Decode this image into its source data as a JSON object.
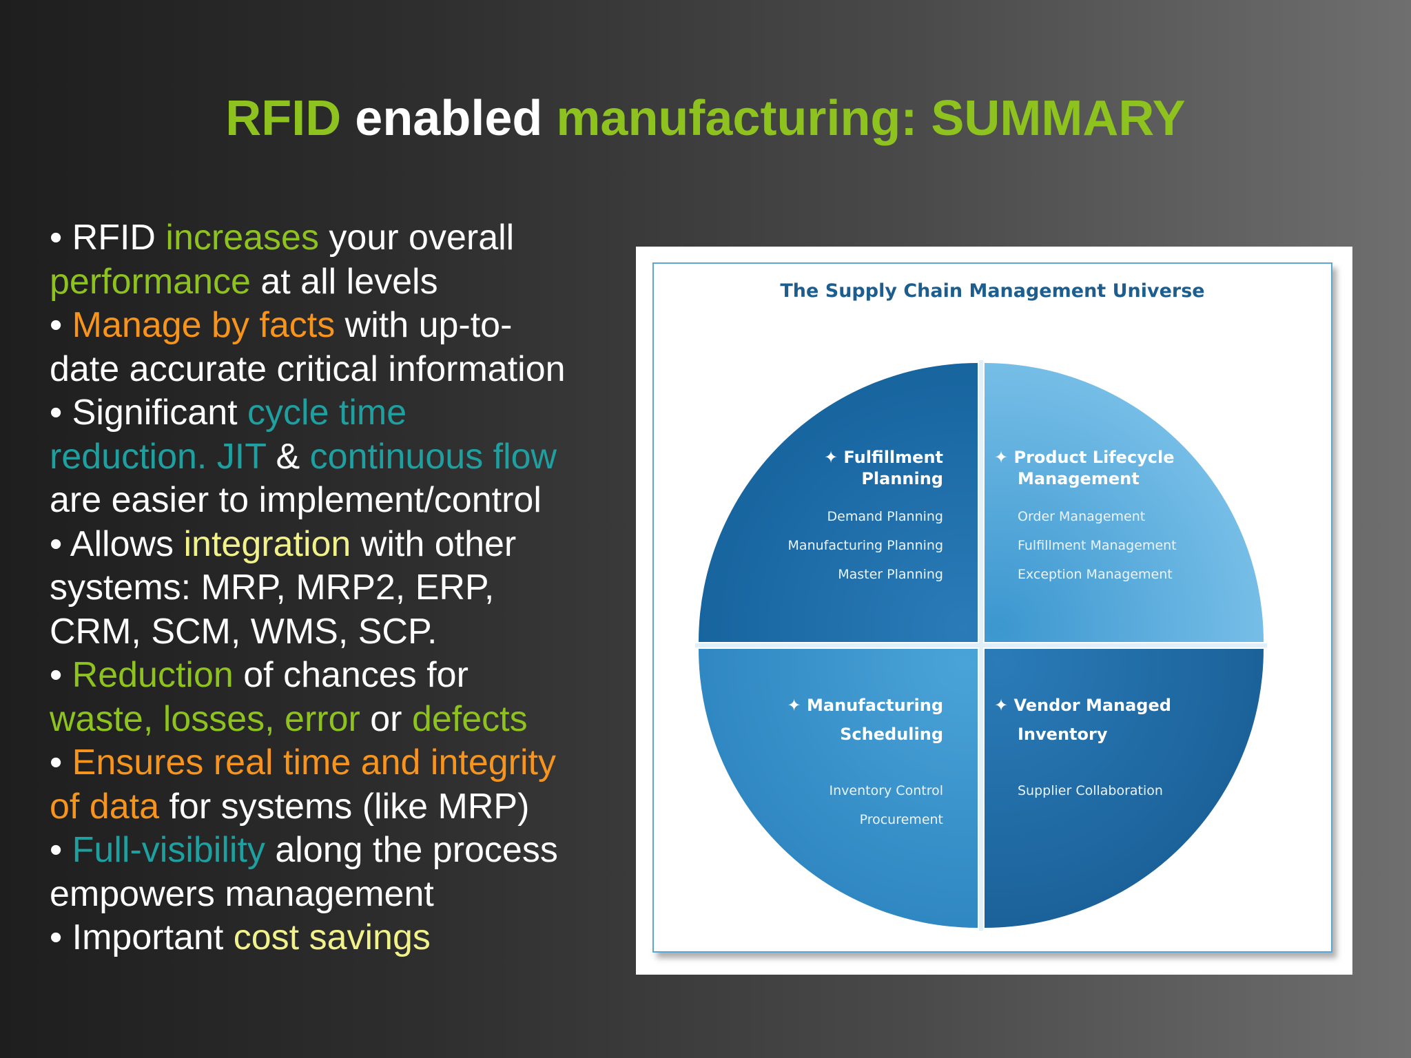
{
  "title": {
    "part1": "RFID",
    "part2": "enabled",
    "part3": "manufacturing: SUMMARY"
  },
  "bullets": {
    "l1a": "• RFID ",
    "l1b": "increases",
    "l1c": " your overall",
    "l2a": "performance",
    "l2b": " at all levels",
    "l3a": "• ",
    "l3b": "Manage by facts",
    "l3c": " with up-to-",
    "l4a": "date accurate critical information",
    "l5a": "• Significant ",
    "l5b": "cycle time",
    "l6a": "reduction. JIT",
    "l6b": " & ",
    "l6c": "continuous flow",
    "l7a": "are easier to implement/control",
    "l8a": "• Allows ",
    "l8b": "integration",
    "l8c": " with other",
    "l9a": "systems: MRP, MRP2, ERP,",
    "l10a": "CRM, SCM, WMS, SCP.",
    "l11a": "• ",
    "l11b": "Reduction",
    "l11c": " of chances for",
    "l12a": "waste, losses, error",
    "l12b": " or ",
    "l12c": "defects",
    "l13a": "• ",
    "l13b": "Ensures real time and integrity",
    "l14a": "of data",
    "l14b": " for systems (like MRP)",
    "l15a": "• ",
    "l15b": "Full-visibility",
    "l15c": " along the process",
    "l16a": "empowers management",
    "l17a": "• Important ",
    "l17b": "cost savings"
  },
  "figure": {
    "title": "The Supply Chain Management Universe",
    "quadrants": [
      {
        "heading_line1": "✦ Fulfillment",
        "heading_line2": "Planning",
        "items": [
          "Demand Planning",
          "Manufacturing Planning",
          "Master Planning"
        ]
      },
      {
        "heading_line1": "✦ Product Lifecycle",
        "heading_line2": "Management",
        "items": [
          "Order Management",
          "Fulfillment Management",
          "Exception Management"
        ]
      },
      {
        "heading_line1": "✦ Manufacturing",
        "heading_line2": "Scheduling",
        "items": [
          "Inventory Control",
          "Procurement"
        ]
      },
      {
        "heading_line1": "✦ Vendor Managed",
        "heading_line2": "Inventory",
        "items": [
          "Supplier Collaboration"
        ]
      }
    ]
  },
  "colors": {
    "title_green": "#8ec31f",
    "highlight_orange": "#f7941d",
    "highlight_teal": "#1fa0a0",
    "highlight_yellow": "#f2f28a",
    "wheel_dark_blue": "#1f6ea8",
    "wheel_light_blue": "#5fb0e0"
  }
}
